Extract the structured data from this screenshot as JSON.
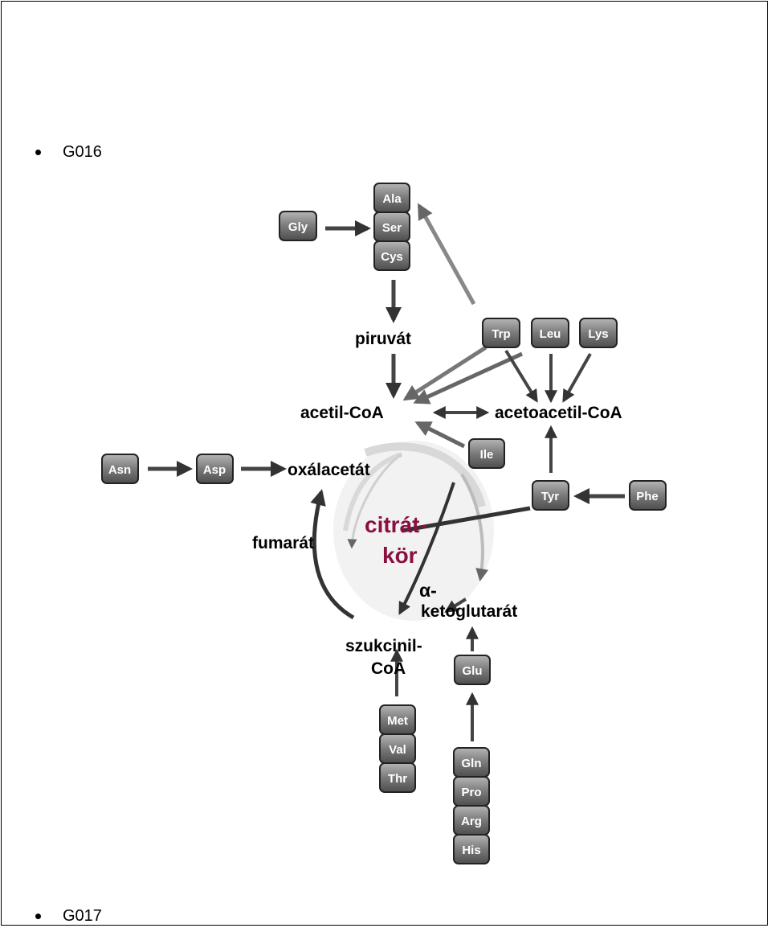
{
  "bullets": {
    "top": "G016",
    "bottom": "G017"
  },
  "metabolites": {
    "piruvat": "piruvát",
    "acetil": "acetil-CoA",
    "acetoacetil": "acetoacetil-CoA",
    "oxalacetat": "oxálacetát",
    "fumarat": "fumarát",
    "alpha": "α-",
    "ketoglutarat": "ketoglutarát",
    "szukcinil_1": "szukcinil-",
    "szukcinil_2": "CoA"
  },
  "cycle": {
    "line1": "citrát-",
    "line2": "kör"
  },
  "amino_acids": {
    "ala": "Ala",
    "ser": "Ser",
    "cys": "Cys",
    "gly": "Gly",
    "trp": "Trp",
    "leu": "Leu",
    "lys": "Lys",
    "ile": "Ile",
    "asn": "Asn",
    "asp": "Asp",
    "tyr": "Tyr",
    "phe": "Phe",
    "glu": "Glu",
    "met": "Met",
    "val": "Val",
    "thr": "Thr",
    "gln": "Gln",
    "pro": "Pro",
    "arg": "Arg",
    "his": "His"
  },
  "colors": {
    "cycle_text": "#8a1040",
    "box_fill": "#7d7d7d",
    "arrow": "#3c3c3c"
  }
}
